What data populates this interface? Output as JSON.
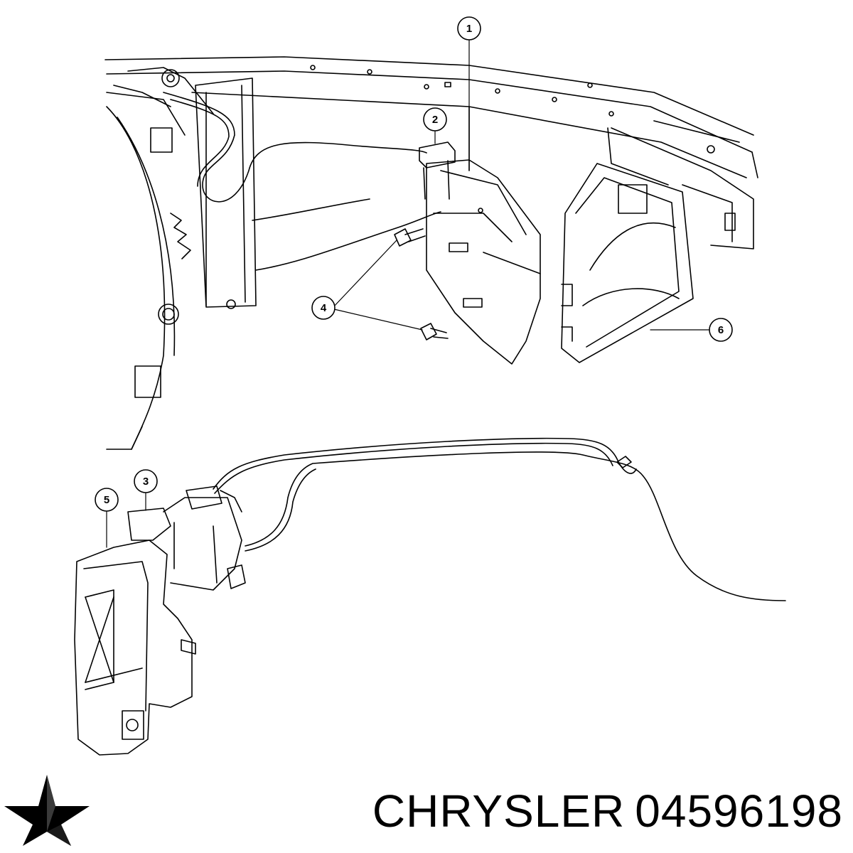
{
  "diagram": {
    "callouts": [
      "1",
      "2",
      "3",
      "4",
      "5",
      "6"
    ]
  },
  "brand": {
    "name": "CHRYSLER",
    "part_number": "04596198",
    "logo_icon": "chrysler-pentastar-icon",
    "colors": {
      "ink": "#000000",
      "background": "#ffffff"
    }
  }
}
